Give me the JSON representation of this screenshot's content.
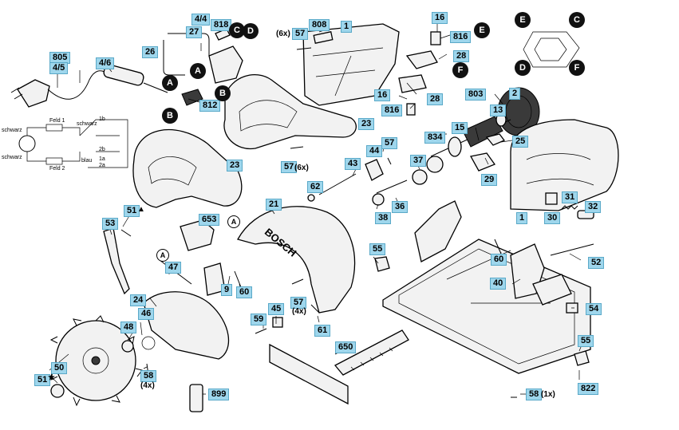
{
  "parts": {
    "p805_45": [
      "805",
      "4/5"
    ],
    "p46": "4/6",
    "p26": "26",
    "p27": "27",
    "p44": "4/4",
    "p818": "818",
    "p812": "812",
    "p808": "808",
    "p57a": "57",
    "p6x": "(6x)",
    "p1a": "1",
    "p16a": "16",
    "p816a": "816",
    "p28a": "28",
    "p16b": "16",
    "p816b": "816",
    "p28b": "28",
    "p23a": "23",
    "p23b": "23",
    "p57b": "57",
    "p6xb": "(6x)",
    "p803": "803",
    "p2": "2",
    "p13": "13",
    "p15": "15",
    "p834": "834",
    "p25": "25",
    "p29": "29",
    "p44b": "44",
    "p57c": "57",
    "p43": "43",
    "p37": "37",
    "p62": "62",
    "p38": "38",
    "p36": "36",
    "p31": "31",
    "p30": "30",
    "p32": "32",
    "p1b": "1",
    "p21": "21",
    "p51a": "51",
    "p653": "653",
    "p53": "53",
    "p47": "47",
    "p9": "9",
    "p60a": "60",
    "p55a": "55",
    "p60b": "60",
    "p52": "52",
    "p40": "40",
    "p54": "54",
    "p24": "24",
    "p46b": "46",
    "p48": "48",
    "p45": "45",
    "p57d": "57",
    "p4x": "(4x)",
    "p59": "59",
    "p61": "61",
    "p650": "650",
    "p55b": "55",
    "p822": "822",
    "p50": "50",
    "p51b": "51",
    "p58a": "58",
    "p4xb": "(4x)",
    "p58b": "58",
    "p1x": "(1x)",
    "p899": "899"
  },
  "refs": {
    "A": "A",
    "B": "B",
    "C": "C",
    "D": "D",
    "E": "E",
    "F": "F"
  },
  "wiring": {
    "feld1": "Feld 1",
    "feld2": "Feld 2",
    "schwarz1": "schwarz",
    "schwarz2": "schwarz",
    "schwarz3": "schwarz",
    "blau": "blau",
    "n1": "1b",
    "n2": "2b",
    "n3": "1a",
    "n4": "2a"
  },
  "logo": "BOSCH"
}
